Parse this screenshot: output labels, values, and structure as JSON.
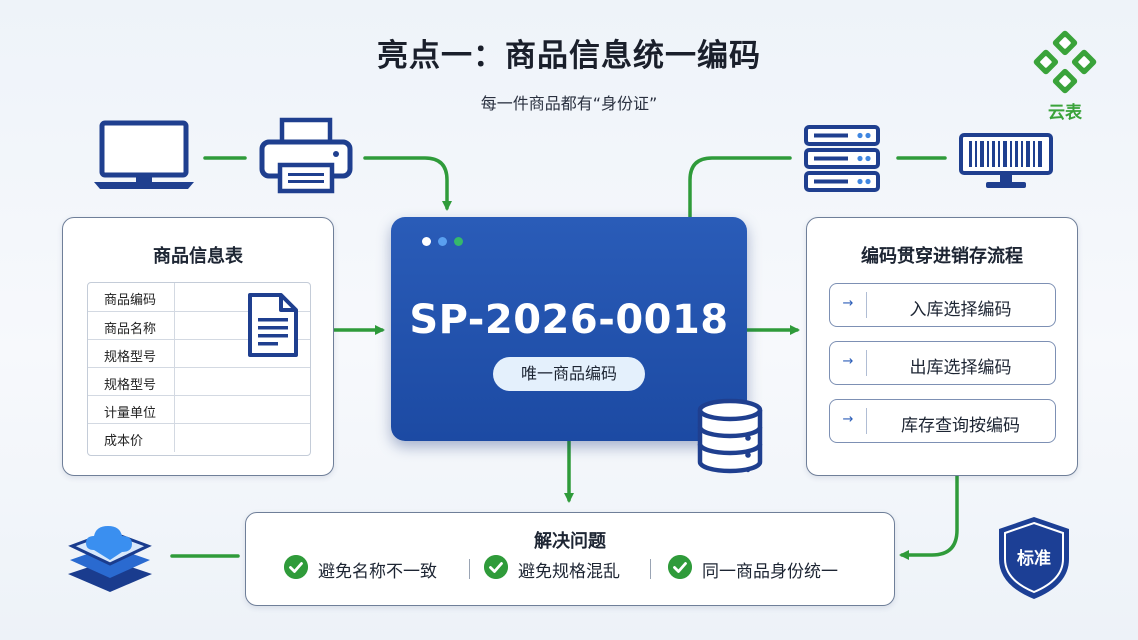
{
  "header": {
    "title": "亮点一：商品信息统一编码",
    "subtitle": "每一件商品都有“身份证”"
  },
  "logo": {
    "text": "云表",
    "icon": "diamond-grid-logo"
  },
  "info_card": {
    "title": "商品信息表",
    "rows": [
      "商品编码",
      "商品名称",
      "规格型号",
      "规格型号",
      "计量单位",
      "成本价"
    ],
    "icon": "document-icon"
  },
  "code_card": {
    "code": "SP-2026-0018",
    "pill_label": "唯一商品编码",
    "window_dots": [
      "#ffffff",
      "#5aa0f0",
      "#35b86b"
    ],
    "icon": "database-icon"
  },
  "flow_card": {
    "title": "编码贯穿进销存流程",
    "items": [
      "入库选择编码",
      "出库选择编码",
      "库存查询按编码"
    ]
  },
  "solution": {
    "title": "解决问题",
    "items": [
      "避免名称不一致",
      "避免规格混乱",
      "同一商品身份统一"
    ]
  },
  "badge": {
    "label": "标准",
    "icon": "shield-icon"
  },
  "icons": {
    "computer": "monitor-icon",
    "printer": "printer-icon",
    "server": "server-rack-icon",
    "scanner": "barcode-scanner-icon",
    "cloud": "cloud-layers-icon"
  },
  "colors": {
    "primary_blue": "#1c4aa3",
    "icon_blue": "#1f3f8f",
    "connector_green": "#2f9b3a",
    "card_border": "#6f7f99"
  }
}
